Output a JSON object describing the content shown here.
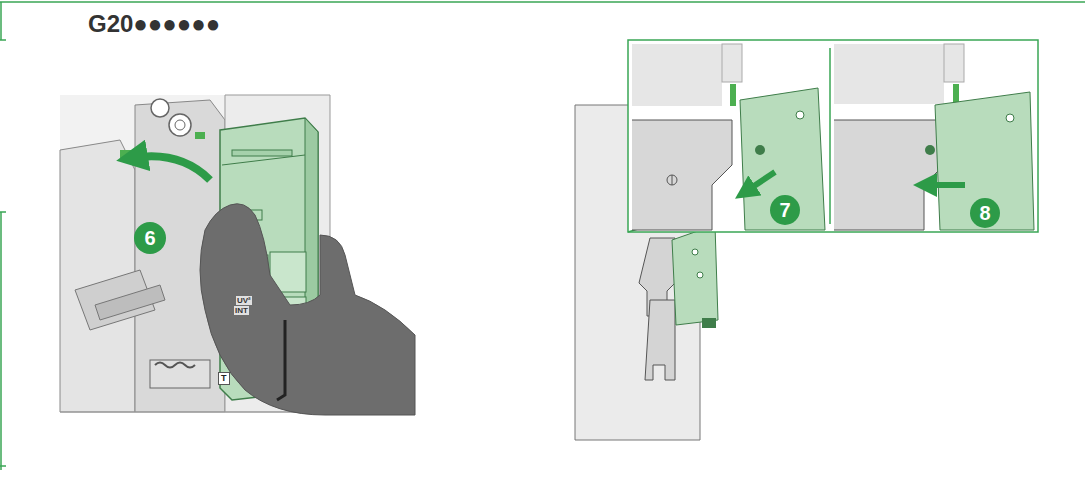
{
  "diagram": {
    "title": "G20●●●●●●",
    "labels": [
      "6",
      "7",
      "8",
      "UV²",
      "INT",
      "T"
    ]
  }
}
